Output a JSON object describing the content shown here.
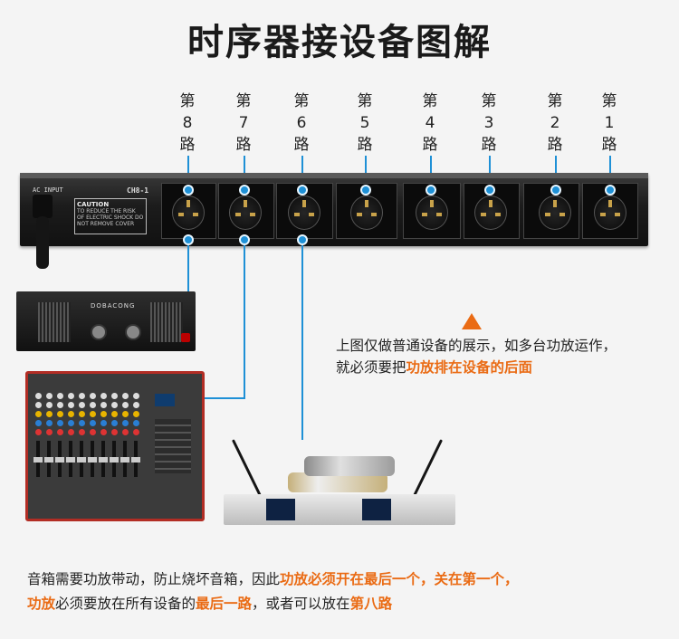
{
  "title": "时序器接设备图解",
  "channels": [
    {
      "l1": "第",
      "l2": "8",
      "l3": "路"
    },
    {
      "l1": "第",
      "l2": "7",
      "l3": "路"
    },
    {
      "l1": "第",
      "l2": "6",
      "l3": "路"
    },
    {
      "l1": "第",
      "l2": "5",
      "l3": "路"
    },
    {
      "l1": "第",
      "l2": "4",
      "l3": "路"
    },
    {
      "l1": "第",
      "l2": "3",
      "l3": "路"
    },
    {
      "l1": "第",
      "l2": "2",
      "l3": "路"
    },
    {
      "l1": "第",
      "l2": "1",
      "l3": "路"
    }
  ],
  "device": {
    "ac_input": "AC INPUT",
    "model": "CH8-1",
    "caution_title": "CAUTION",
    "caution_text": "TO REDUCE THE RISK OF ELECTRIC SHOCK DO NOT REMOVE COVER",
    "amp_brand": "DOBACONG"
  },
  "note": {
    "line1": "上图仅做普通设备的展示，如多台功放运作，",
    "line2_plain": "就必须要把",
    "line2_highlight": "功放排在设备的后面"
  },
  "bottom": {
    "p1": "音箱需要功放带动，防止烧坏音箱，因此",
    "p1_hl": "功放必须开在最后一个，关在第一个，",
    "p2_hl1": "功放",
    "p2": "必须要放在所有设备的",
    "p2_hl2": "最后一路",
    "p3": "，或者可以放在",
    "p3_hl": "第八路"
  },
  "colors": {
    "accent_blue": "#1e90d6",
    "accent_orange": "#ea6b14",
    "mixer_red": "#b22d24"
  }
}
